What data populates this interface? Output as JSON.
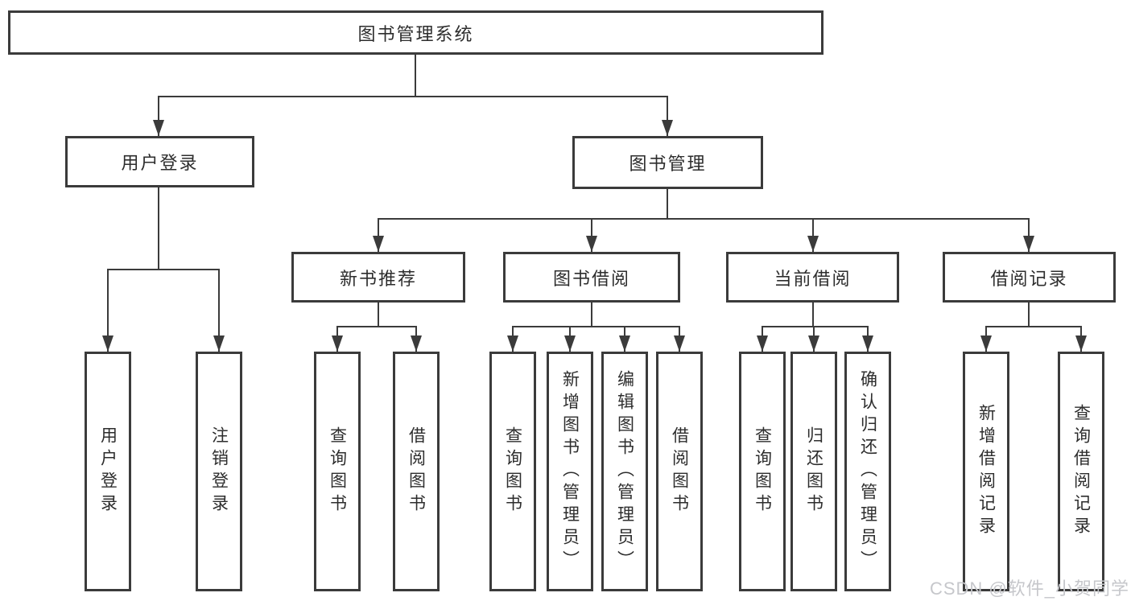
{
  "diagram_title": "图书管理系统",
  "tree": {
    "root": {
      "label": "图书管理系统",
      "children": [
        {
          "label": "用户登录",
          "children": [
            {
              "label": "用户登录"
            },
            {
              "label": "注销登录"
            }
          ]
        },
        {
          "label": "图书管理",
          "children": [
            {
              "label": "新书推荐",
              "children": [
                {
                  "label": "查询图书"
                },
                {
                  "label": "借阅图书"
                }
              ]
            },
            {
              "label": "图书借阅",
              "children": [
                {
                  "label": "查询图书"
                },
                {
                  "label": "新增图书（管理员）"
                },
                {
                  "label": "编辑图书（管理员）"
                },
                {
                  "label": "借阅图书"
                }
              ]
            },
            {
              "label": "当前借阅",
              "children": [
                {
                  "label": "查询图书"
                },
                {
                  "label": "归还图书"
                },
                {
                  "label": "确认归还（管理员）"
                }
              ]
            },
            {
              "label": "借阅记录",
              "children": [
                {
                  "label": "新增借阅记录"
                },
                {
                  "label": "查询借阅记录"
                }
              ]
            }
          ]
        }
      ]
    }
  },
  "watermark": {
    "text": "CSDN @软件_小贺同学"
  },
  "colors": {
    "line": "#3b3b3b",
    "text": "#2d2d2d",
    "background": "#ffffff",
    "watermark": "#c6c7cb"
  }
}
